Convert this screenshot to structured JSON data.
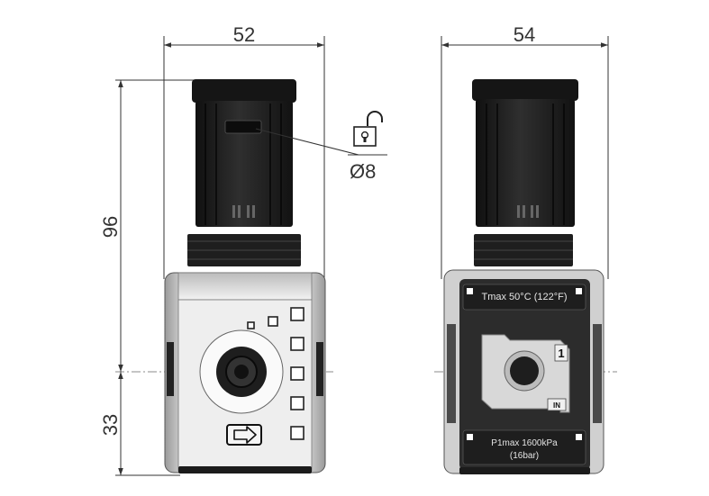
{
  "dimensions": {
    "front_width": "52",
    "side_width": "54",
    "upper_height": "96",
    "lower_height": "33",
    "lock_diameter": "Ø8"
  },
  "labels": {
    "temperature": "Tmax 50°C (122°F)",
    "pressure_line1": "P1max 1600kPa",
    "pressure_line2": "(16bar)",
    "port_number": "1",
    "port_in": "IN"
  },
  "icons": [
    "padlock-icon",
    "arrow-right-icon"
  ],
  "colors": {
    "knob": "#1b1b1b",
    "body": "#d9d9d9",
    "panel": "#2a2a2a",
    "line": "#333333"
  }
}
